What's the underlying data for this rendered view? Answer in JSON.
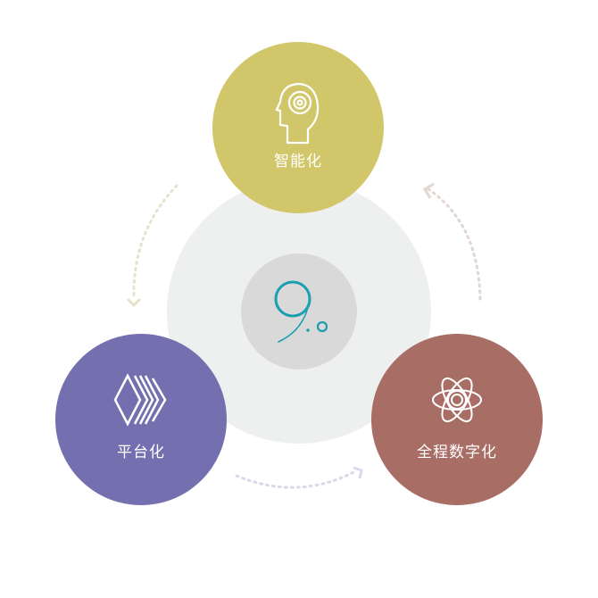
{
  "center": {
    "logo_text": "9.0",
    "logo_color": "#1a9fb0"
  },
  "nodes": [
    {
      "label": "智能化",
      "icon": "brain-maze-head-icon",
      "color": "#cfc462"
    },
    {
      "label": "平台化",
      "icon": "stacked-diamonds-icon",
      "color": "#7470af"
    },
    {
      "label": "全程数字化",
      "icon": "atom-icon",
      "color": "#a86e65"
    }
  ],
  "colors": {
    "outer_ring": "#eef0ef",
    "inner_disc": "#d9d9d9"
  }
}
